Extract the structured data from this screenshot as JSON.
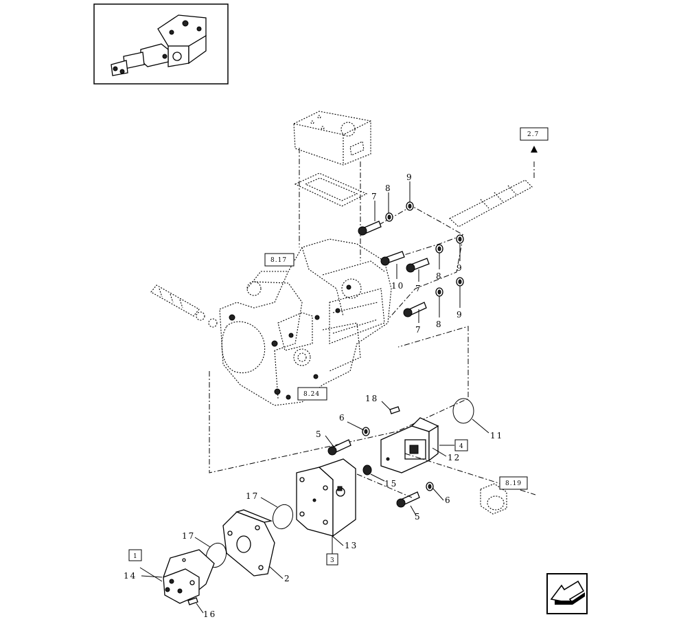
{
  "callouts": {
    "c7a": "7",
    "c8a": "8",
    "c9a": "9",
    "c10": "10",
    "c7b": "7",
    "c8b": "8",
    "c9b": "9",
    "c7c": "7",
    "c8c": "8",
    "c9c": "9",
    "c18": "18",
    "c6a": "6",
    "c5a": "5",
    "c11": "11",
    "c12": "12",
    "c15": "15",
    "c6b": "6",
    "c5b": "5",
    "c17a": "17",
    "c17b": "17",
    "c13": "13",
    "c14": "14",
    "c2": "2",
    "c16": "16"
  },
  "references": {
    "r27": "2.7",
    "r817": "8.17",
    "r824": "8.24",
    "r819": "8.19",
    "r4": "4",
    "r3": "3",
    "r1": "1"
  },
  "icons": {
    "thumbnail": "assembly-thumbnail-icon",
    "navigation": "next-page-arrow-icon"
  }
}
